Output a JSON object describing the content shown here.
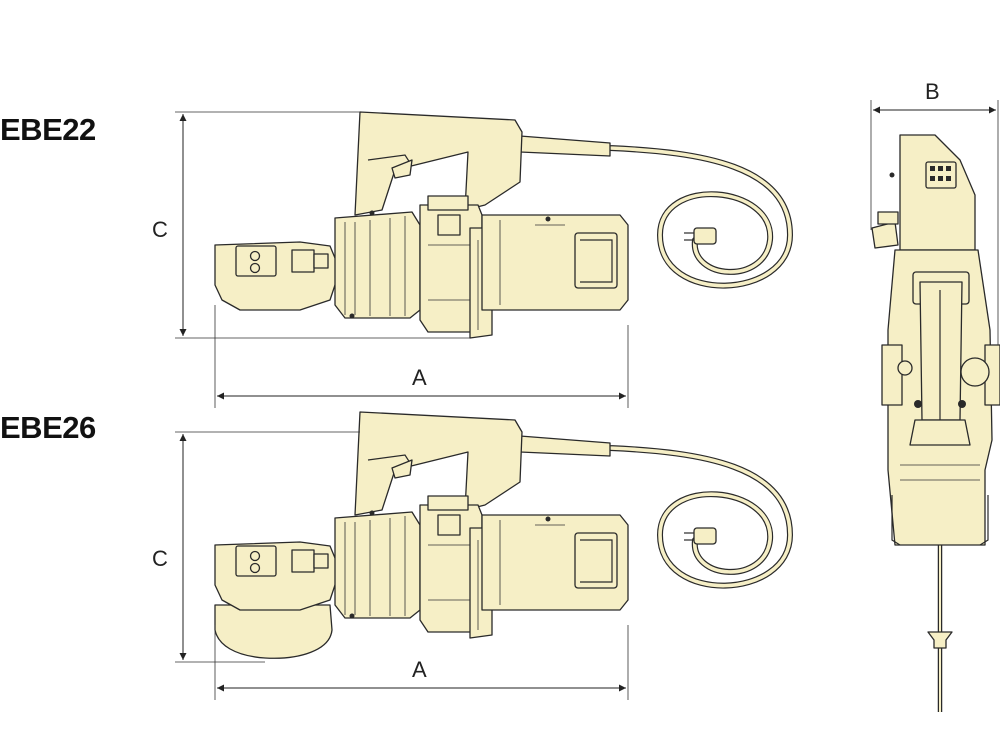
{
  "models": [
    {
      "name": "EBE22",
      "dimensions": {
        "length": "A",
        "height": "C"
      }
    },
    {
      "name": "EBE26",
      "dimensions": {
        "length": "A",
        "height": "C"
      }
    }
  ],
  "end_view": {
    "width_label": "B"
  },
  "colors": {
    "tool_body": "#f6efc6",
    "outline": "#2a2a2a",
    "background": "#ffffff"
  }
}
